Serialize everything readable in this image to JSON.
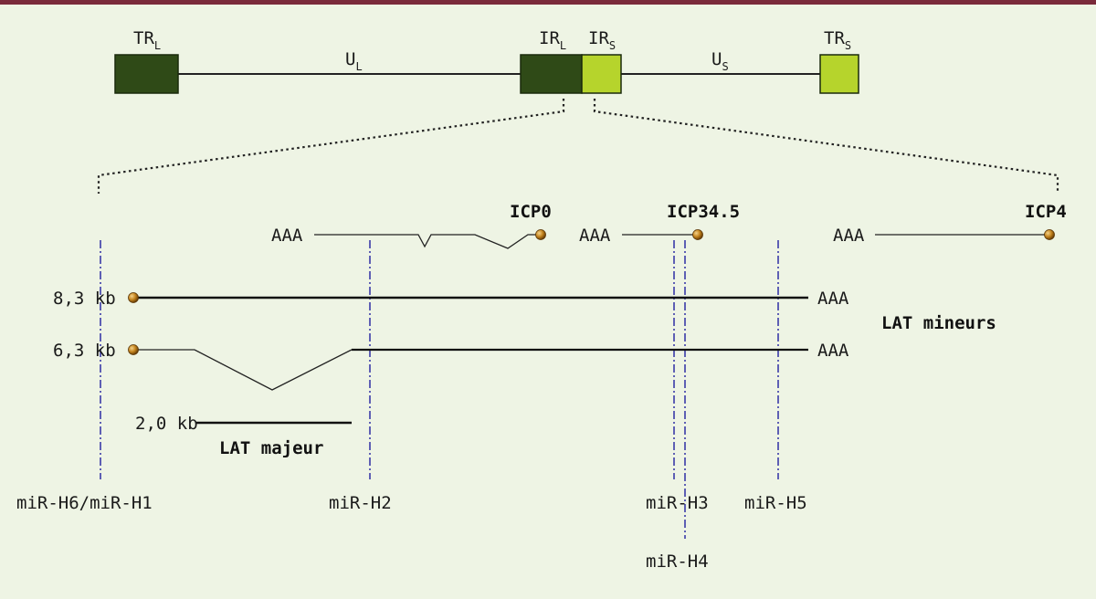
{
  "genome": {
    "trl": {
      "main": "TR",
      "sub": "L"
    },
    "ul": {
      "main": "U",
      "sub": "L"
    },
    "irl": {
      "main": "IR",
      "sub": "L"
    },
    "irs": {
      "main": "IR",
      "sub": "S"
    },
    "us": {
      "main": "U",
      "sub": "S"
    },
    "trs": {
      "main": "TR",
      "sub": "S"
    },
    "colors": {
      "dark": "#2f4a17",
      "light": "#b6d42c",
      "line": "#222222"
    }
  },
  "transcripts": {
    "icp0": {
      "name": "ICP0",
      "polya": "AAA"
    },
    "icp345": {
      "name": "ICP34.5",
      "polya": "AAA"
    },
    "icp4": {
      "name": "ICP4",
      "polya": "AAA"
    },
    "lat83": {
      "size": "8,3 kb",
      "polya": "AAA"
    },
    "lat63": {
      "size": "6,3 kb",
      "polya": "AAA"
    },
    "lat20": {
      "size": "2,0 kb"
    },
    "lat_minor_label": "LAT mineurs",
    "lat_major_label": "LAT majeur"
  },
  "mirnas": {
    "h6h1": "miR-H6/miR-H1",
    "h2": "miR-H2",
    "h3": "miR-H3",
    "h4": "miR-H4",
    "h5": "miR-H5",
    "line_color": "#3a3aa8"
  },
  "bead_color": "#b5741a"
}
